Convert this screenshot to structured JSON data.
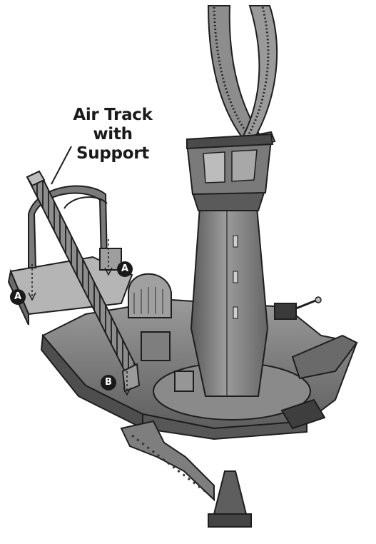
{
  "callout": {
    "line1": "Air Track",
    "line2": "with Support"
  },
  "markers": {
    "a_right": "A",
    "a_left": "A",
    "b": "B"
  },
  "colors": {
    "base": "#7a7a7a",
    "base_dark": "#4e4e4e",
    "base_light": "#a8a8a8",
    "tower": "#6e6e6e",
    "tower_light": "#9a9a9a",
    "track": "#8d8d8d",
    "outline": "#1e1e1e"
  }
}
